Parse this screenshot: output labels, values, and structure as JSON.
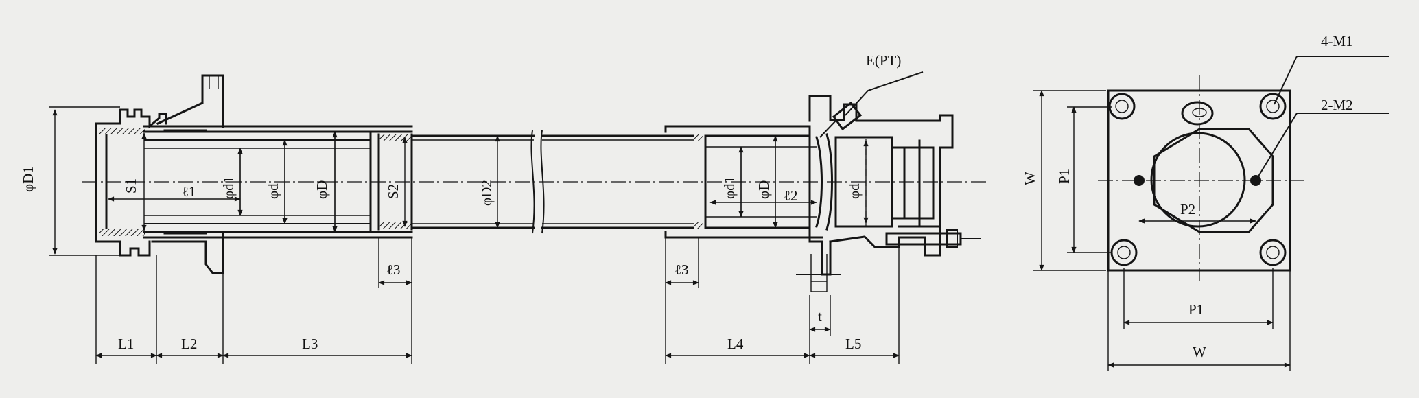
{
  "labels": {
    "phi_d1_left": "φD1",
    "s1": "S1",
    "l1": "ℓ1",
    "phi_d1": "φd1",
    "phi_d": "φd",
    "phi_D": "φD",
    "s2": "S2",
    "phi_D2": "φD2",
    "phi_d1_rod": "φd1",
    "phi_D_rod": "φD",
    "l2": "ℓ2",
    "phi_d_rod": "φd",
    "E_PT": "E(PT)",
    "l3_left": "ℓ3",
    "l3_right": "ℓ3",
    "L1": "L1",
    "L2": "L2",
    "L3": "L3",
    "L4": "L4",
    "L5": "L5",
    "t": "t",
    "M1": "4-M1",
    "M2": "2-M2",
    "W_side": "W",
    "P1_side": "P1",
    "P2": "P2",
    "P1_bottom": "P1",
    "W_bottom": "W"
  }
}
